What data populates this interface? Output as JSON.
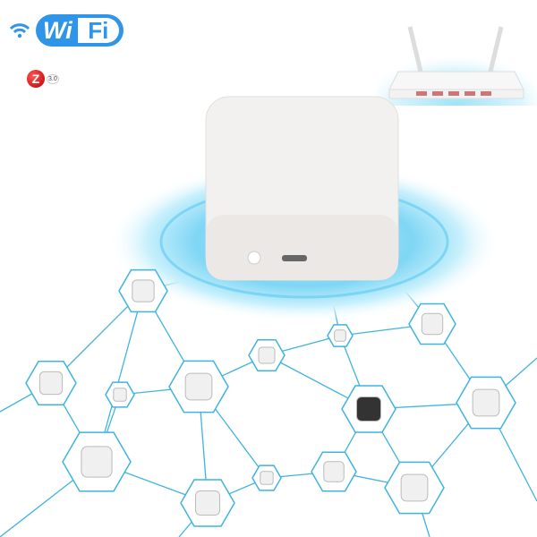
{
  "logos": {
    "wifi_left": "Wi",
    "wifi_right": "Fi",
    "zigbee_letter": "Z",
    "zigbee_version": "3.0"
  },
  "colors": {
    "wifi_blue": "#2f95e8",
    "network_line": "#3fb4e0",
    "signal_glow": "#7fd6f5",
    "hub_body": "#f2f0ee"
  },
  "icons": [
    "wifi-signal-icon",
    "zigbee-logo",
    "router-icon",
    "hub-device",
    "smart-bulb-icon",
    "smart-plug-icon",
    "curtain-motor-icon",
    "thermostat-valve-icon",
    "wall-switch-icon",
    "door-sensor-icon",
    "downlight-icon",
    "gu10-bulb-icon",
    "remote-icon",
    "temperature-sensor-icon"
  ]
}
